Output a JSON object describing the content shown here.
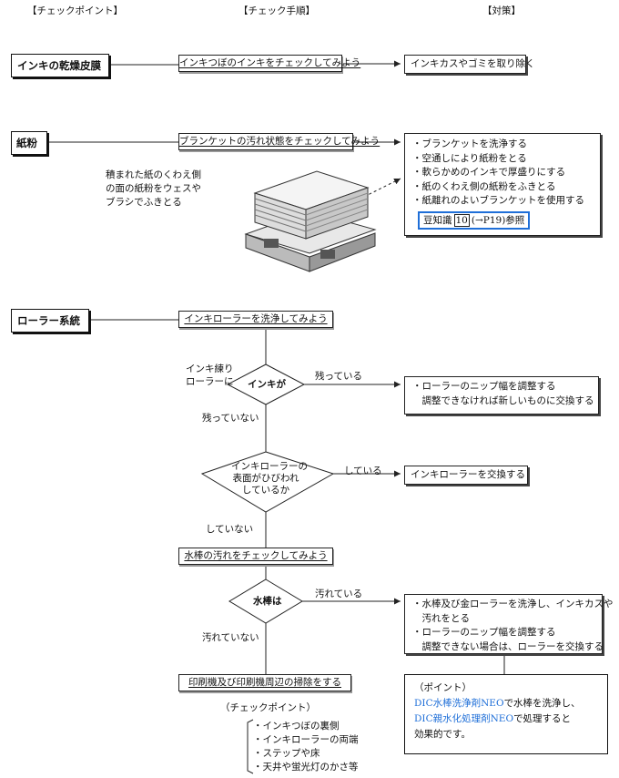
{
  "headers": {
    "checkpoint": "【チェックポイント】",
    "procedure": "【チェック手順】",
    "countermeasure": "【対策】"
  },
  "section1": {
    "category": "インキの乾燥皮膜",
    "step": "インキつぼのインキをチェックしてみよう",
    "action": "インキカスやゴミを取り除く"
  },
  "section2": {
    "category": "紙粉",
    "step": "ブランケットの汚れ状態をチェックしてみよう",
    "actions": [
      "・ブランケットを洗浄する",
      "・空通しにより紙粉をとる",
      "・軟らかめのインキで厚盛りにする",
      "・紙のくわえ側の紙粉をふきとる",
      "・紙離れのよいブランケットを使用する"
    ],
    "reference": {
      "prefix": "豆知識",
      "number": "10",
      "suffix": "(→P19)参照"
    },
    "illustration_caption": [
      "積まれた紙のくわえ側",
      "の面の紙粉をウェスや",
      "ブラシでふきとる"
    ]
  },
  "section3": {
    "category": "ローラー系統",
    "step1": "インキローラーを洗浄してみよう",
    "side_label": [
      "インキ練り",
      "ローラーに"
    ],
    "decision1": "インキが",
    "decision1_yes": "残っている",
    "decision1_no": "残っていない",
    "action1": [
      "・ローラーのニップ幅を調整する",
      "　調整できなければ新しいものに交換する"
    ],
    "decision2": [
      "インキローラーの",
      "表面がひびわれ",
      "しているか"
    ],
    "decision2_yes": "している",
    "decision2_no": "していない",
    "action2": "インキローラーを交換する",
    "step2": "水棒の汚れをチェックしてみよう",
    "decision3": "水棒は",
    "decision3_yes": "汚れている",
    "decision3_no": "汚れていない",
    "action3": [
      "・水棒及び金ローラーを洗浄し、インキカスや",
      "　汚れをとる",
      "・ローラーのニップ幅を調整する",
      "　調整できない場合は、ローラーを交換する"
    ],
    "point": {
      "title": "（ポイント）",
      "product1": "DIC水棒洗浄剤NEO",
      "line1_rest": "で水棒を洗浄し、",
      "product2": "DIC親水化処理剤NEO",
      "line2_rest": "で処理すると",
      "line3": "効果的です。"
    },
    "final_step": "印刷機及び印刷機周辺の掃除をする",
    "checkpoint_title": "（チェックポイント）",
    "checkpoints": [
      "・インキつぼの裏側",
      "・インキローラーの両端",
      "・ステップや床",
      "・天井や蛍光灯のかさ等"
    ]
  },
  "colors": {
    "accent_blue": "#1f6fd8",
    "line": "#222222"
  }
}
